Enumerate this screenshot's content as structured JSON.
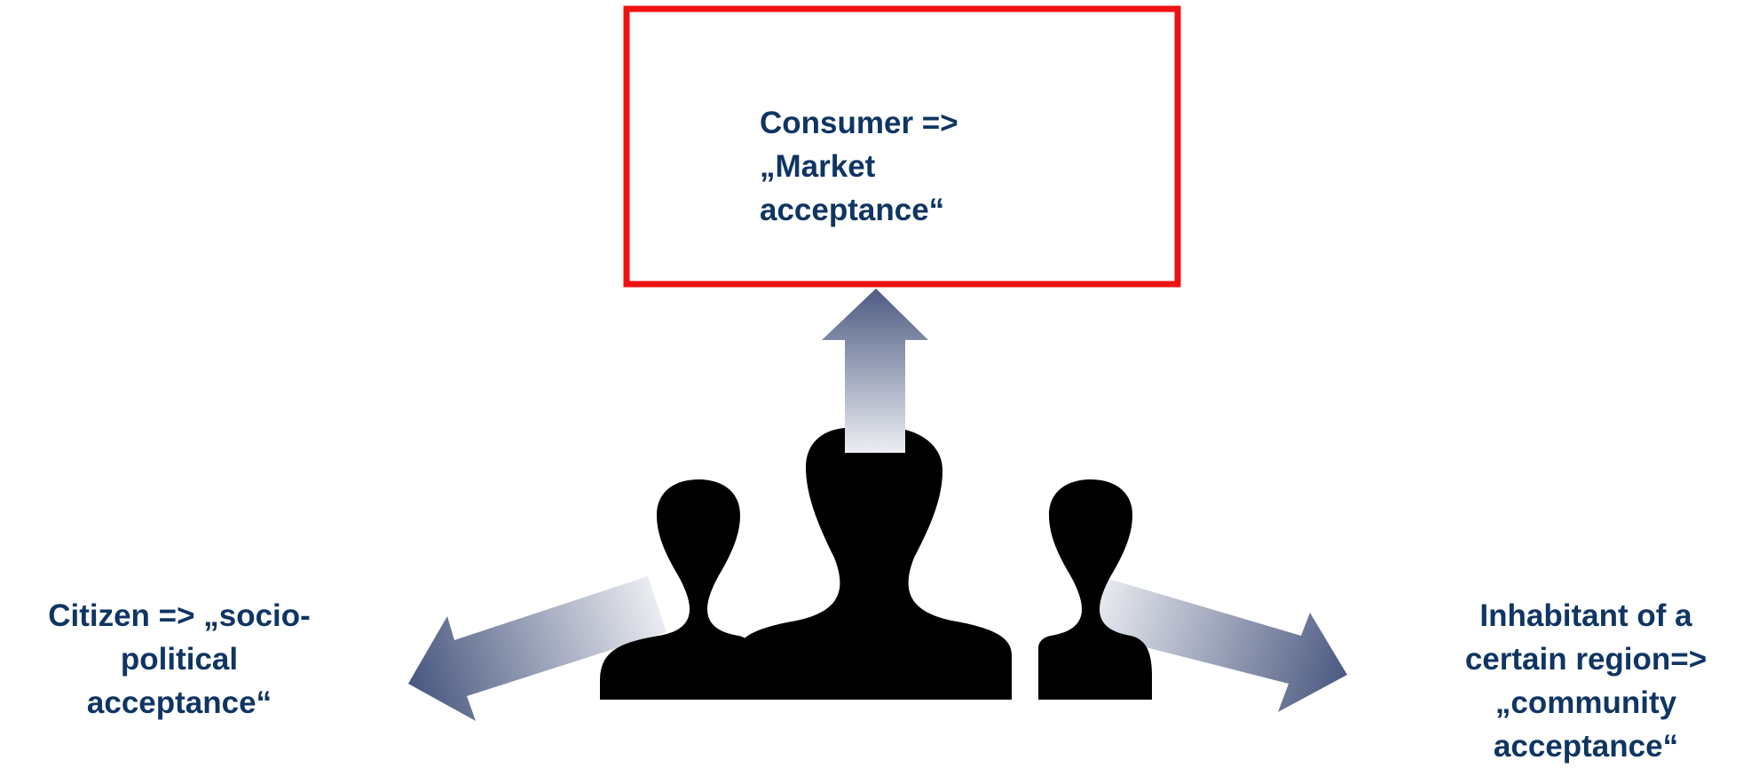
{
  "consumer_box": {
    "lines": [
      "Consumer =>",
      "„Market",
      "acceptance“"
    ],
    "border_color": "#ee1111"
  },
  "citizen": {
    "lines": [
      "Citizen => „socio-",
      "political",
      "acceptance“"
    ]
  },
  "inhabitant": {
    "lines": [
      "Inhabitant of a",
      "certain region=>",
      "„community",
      "acceptance“"
    ]
  },
  "colors": {
    "text": "#0f3563",
    "arrow_dark": "#4d5b82",
    "arrow_light": "#eceef2",
    "silhouette": "#000000"
  },
  "icons": [
    "people-group-icon",
    "arrow-up-icon",
    "arrow-left-down-icon",
    "arrow-right-down-icon"
  ]
}
